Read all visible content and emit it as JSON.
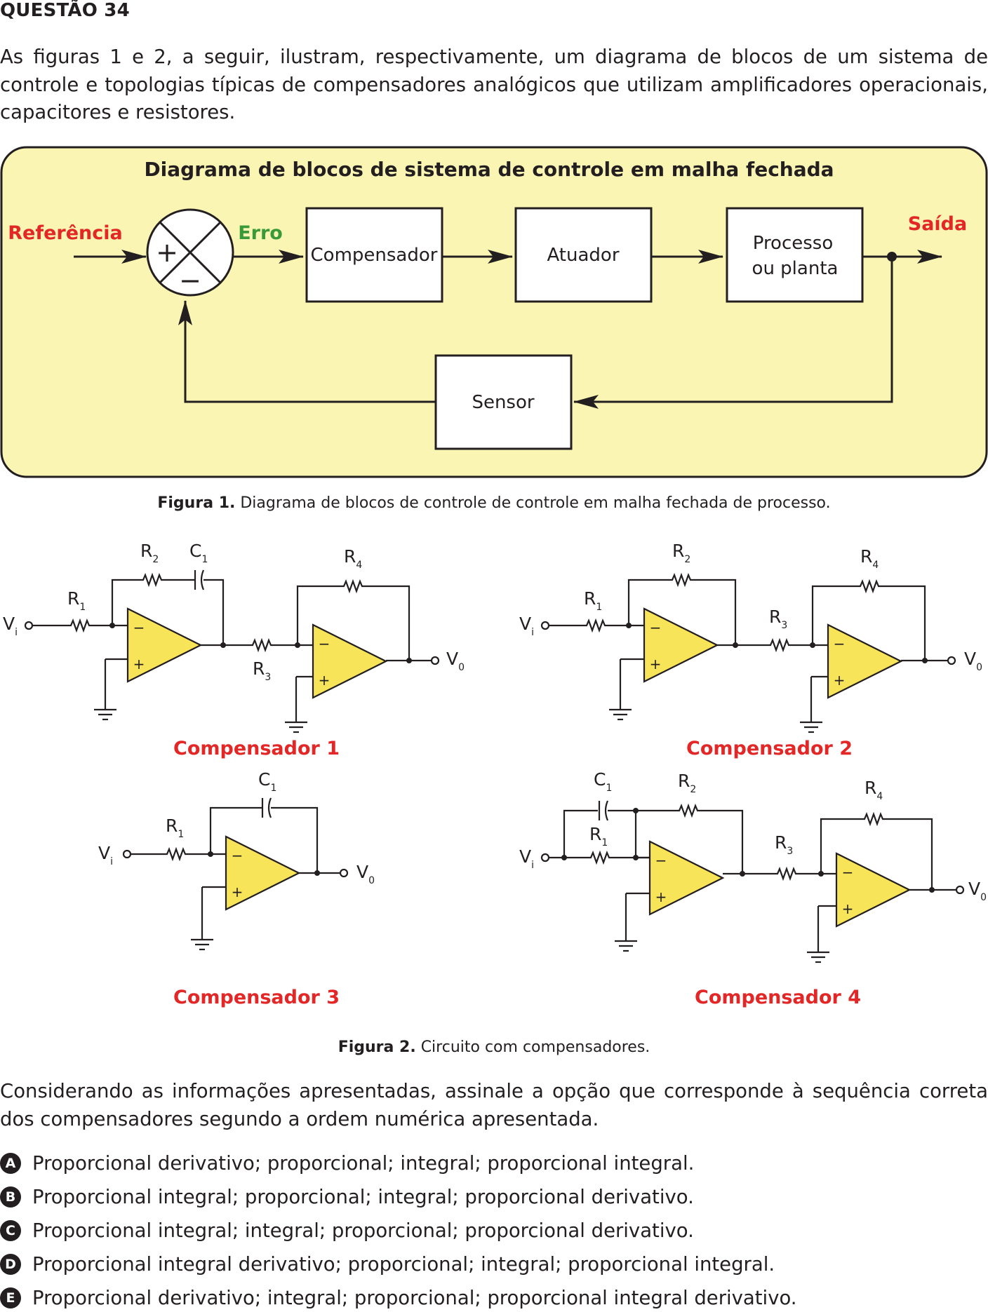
{
  "question": {
    "title": "QUESTÃO 34",
    "intro": "As figuras 1 e 2, a seguir, ilustram, respectivamente, um diagrama de blocos de um sistema de controle e topologias típicas de compensadores analógicos que utilizam amplificadores operacionais, capacitores e resistores."
  },
  "figure1": {
    "title": "Diagrama de blocos de sistema de controle em malha fechada",
    "reference_label": "Referência",
    "error_label": "Erro",
    "output_label": "Saída",
    "plus_sign": "+",
    "minus_sign": "−",
    "blocks": {
      "compensator": "Compensador",
      "actuator": "Atuador",
      "process_line1": "Processo",
      "process_line2": "ou planta",
      "sensor": "Sensor"
    },
    "colors": {
      "panel": "#fbf5b4",
      "reference": "#e32726",
      "error": "#3a9a3a",
      "output": "#e32726"
    },
    "caption_bold": "Figura 1.",
    "caption_text": " Diagrama de blocos de controle de controle em malha fechada de processo."
  },
  "figure2": {
    "compensators": [
      {
        "name": "Compensador 1"
      },
      {
        "name": "Compensador 2"
      },
      {
        "name": "Compensador 3"
      },
      {
        "name": "Compensador 4"
      }
    ],
    "labels": {
      "R": "R",
      "C": "C",
      "V": "V",
      "sub1": "1",
      "sub2": "2",
      "sub3": "3",
      "sub4": "4",
      "subi": "i",
      "sub0": "0",
      "opamp_minus": "−",
      "opamp_plus": "+"
    },
    "colors": {
      "opamp_fill": "#f7e458",
      "name": "#e32726"
    },
    "caption_bold": "Figura 2.",
    "caption_text": " Circuito com compensadores."
  },
  "prompt": "Considerando as informações apresentadas, assinale a opção que corresponde à sequência correta dos compensadores segundo a ordem numérica apresentada.",
  "options": [
    {
      "letter": "A",
      "text": "Proporcional derivativo; proporcional; integral; proporcional integral."
    },
    {
      "letter": "B",
      "text": "Proporcional integral; proporcional; integral; proporcional derivativo."
    },
    {
      "letter": "C",
      "text": "Proporcional integral; integral; proporcional; proporcional derivativo."
    },
    {
      "letter": "D",
      "text": "Proporcional integral derivativo; proporcional; integral; proporcional integral."
    },
    {
      "letter": "E",
      "text": "Proporcional derivativo; integral; proporcional; proporcional integral derivativo."
    }
  ]
}
